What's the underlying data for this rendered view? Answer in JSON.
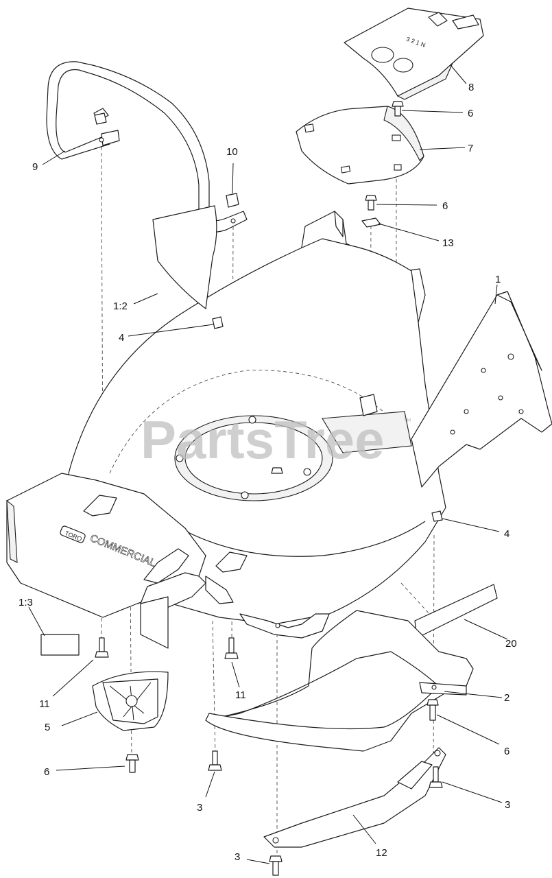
{
  "watermark": {
    "text": "PartsTree",
    "mark": "™"
  },
  "deck_text": {
    "brand": "COMMERCIAL",
    "badge": "TORO",
    "gear_marks": "3 2 1 N"
  },
  "callouts": {
    "c1": "1",
    "c1_2": "1:2",
    "c1_3": "1:3",
    "c2": "2",
    "c3a": "3",
    "c3b": "3",
    "c3c": "3",
    "c4a": "4",
    "c4b": "4",
    "c5": "5",
    "c6a": "6",
    "c6b": "6",
    "c6c": "6",
    "c6d": "6",
    "c7": "7",
    "c8": "8",
    "c9": "9",
    "c10": "10",
    "c11a": "11",
    "c11b": "11",
    "c12": "12",
    "c13": "13",
    "c20": "20"
  }
}
